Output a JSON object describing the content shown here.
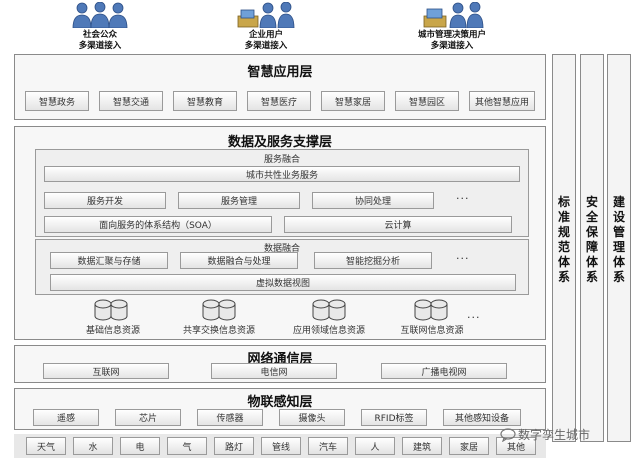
{
  "users": [
    {
      "line1": "社会公众",
      "line2": "多渠道接入"
    },
    {
      "line1": "企业用户",
      "line2": "多渠道接入"
    },
    {
      "line1": "城市管理决策用户",
      "line2": "多渠道接入"
    }
  ],
  "app_layer": {
    "title": "智慧应用层",
    "items": [
      "智慧政务",
      "智慧交通",
      "智慧教育",
      "智慧医疗",
      "智慧家居",
      "智慧园区",
      "其他智慧应用"
    ]
  },
  "data_layer": {
    "title": "数据及服务支撑层",
    "service_fusion": {
      "title": "服务融合",
      "common": "城市共性业务服务",
      "row1": [
        "服务开发",
        "服务管理",
        "协同处理"
      ],
      "ellipsis1": "···",
      "soa": "面向服务的体系结构（SOA）",
      "cloud": "云计算"
    },
    "data_fusion": {
      "title": "数据融合",
      "row1": [
        "数据汇聚与存储",
        "数据融合与处理",
        "智能挖掘分析"
      ],
      "ellipsis": "···",
      "virtual_view": "虚拟数据视图"
    },
    "resources": [
      "基础信息资源",
      "共享交换信息资源",
      "应用领域信息资源",
      "互联网信息资源"
    ],
    "resources_ellipsis": "···"
  },
  "network_layer": {
    "title": "网络通信层",
    "items": [
      "互联网",
      "电信网",
      "广播电视网"
    ]
  },
  "iot_layer": {
    "title": "物联感知层",
    "items": [
      "遥感",
      "芯片",
      "传感器",
      "摄像头",
      "RFID标签",
      "其他感知设备"
    ]
  },
  "sensing_targets": [
    "天气",
    "水",
    "电",
    "气",
    "路灯",
    "管线",
    "汽车",
    "人",
    "建筑",
    "家居",
    "其他"
  ],
  "side_columns": [
    "标准规范体系",
    "安全保障体系",
    "建设管理体系"
  ],
  "watermark": "数字孪生城市",
  "colors": {
    "border": "#8a8a8a",
    "panel": "#efefef",
    "accent_blue": "#3a6fb0"
  }
}
